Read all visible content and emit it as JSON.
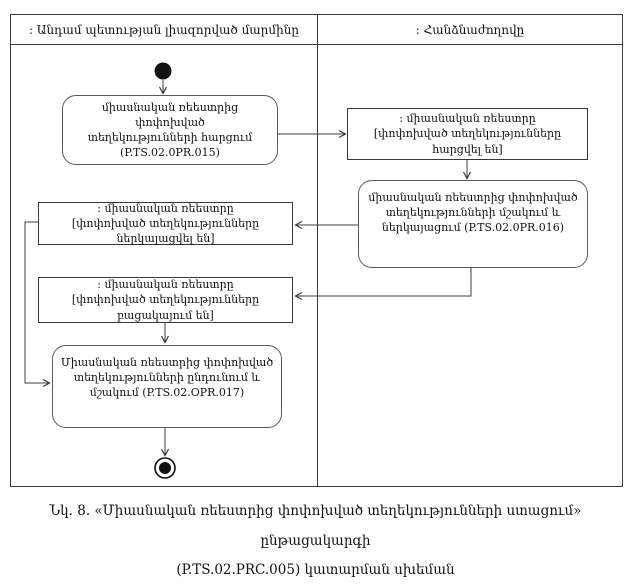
{
  "header": {
    "left_lane": ": Անդամ պետության լիազորված մարմինը",
    "right_lane": ": Հանձնաժողովը"
  },
  "nodes": {
    "activity_request": {
      "lines": [
        "միասնական ռեեստրից փոփոխված",
        "տեղեկությունների հարցում",
        "(P.TS.02.0PR.015)"
      ]
    },
    "object_requested": {
      "lines": [
        ": միասնական ռեեստրը",
        "[փոփոխված տեղեկությունները հարցվել են]"
      ]
    },
    "activity_process_submit": {
      "lines": [
        "միասնական ռեեստրից փոփոխված",
        "տեղեկությունների մշակում և",
        "ներկայացում (P.TS.02.0PR.016)"
      ]
    },
    "object_submitted": {
      "lines": [
        ": միասնական ռեեստրը",
        "[փոփոխված տեղեկությունները ներկայացվել են]"
      ]
    },
    "object_absent": {
      "lines": [
        ": միասնական ռեեստրը",
        "[փոփոխված տեղեկությունները բացակայում են]"
      ]
    },
    "activity_receive": {
      "lines": [
        "Միասնական ռեեստրից փոփոխված",
        "տեղեկությունների ընդունում և",
        "մշակում (P.TS.02.OPR.017)"
      ]
    }
  },
  "caption": {
    "line1": "Նկ. 8. «Միասնական ռեեստրից փոփոխված տեղեկությունների ստացում» ընթացակարգի",
    "line2": "(P.TS.02.PRC.005) կատարման սխեման"
  },
  "colors": {
    "line": "#3c3c3c",
    "node_fill": "#111111"
  }
}
